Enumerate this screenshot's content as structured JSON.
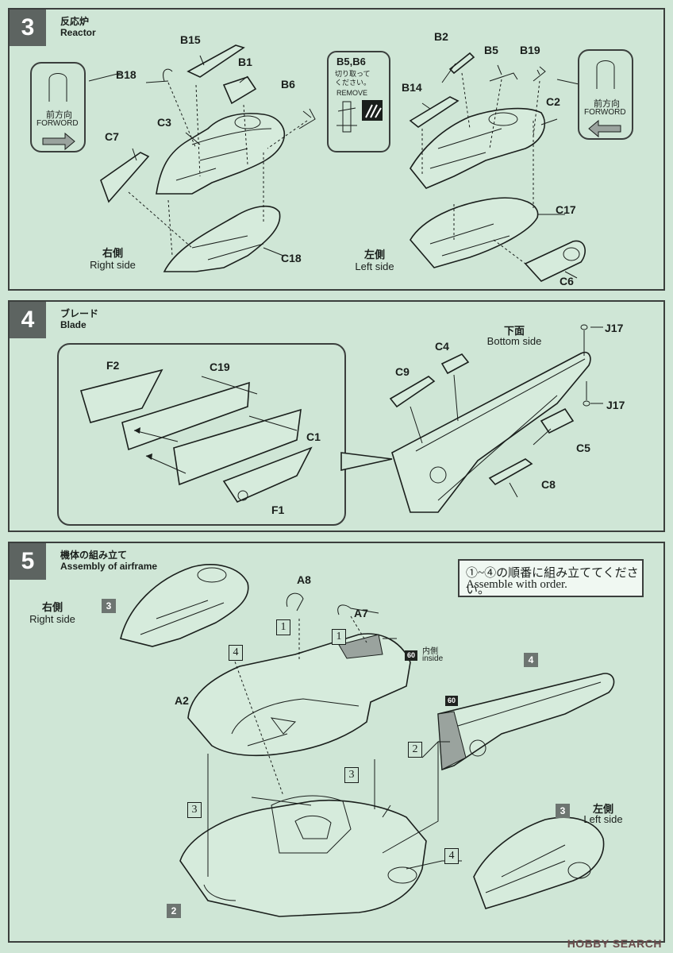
{
  "step3": {
    "number": "3",
    "title_jp": "反応炉",
    "title_en": "Reactor",
    "parts": [
      "B15",
      "B1",
      "B18",
      "B6",
      "C3",
      "C7",
      "C18",
      "B2",
      "B5",
      "B19",
      "B14",
      "C2",
      "C17",
      "C6"
    ],
    "remove_label": "B5,B6",
    "remove_jp": "切り取って\nください。",
    "remove_en": "REMOVE",
    "forward_jp": "前方向",
    "forward_en": "FORWORD",
    "right_jp": "右側",
    "right_en": "Right side",
    "left_jp": "左側",
    "left_en": "Left side"
  },
  "step4": {
    "number": "4",
    "title_jp": "ブレード",
    "title_en": "Blade",
    "parts": [
      "F2",
      "C19",
      "C1",
      "F1",
      "C9",
      "C4",
      "J17",
      "J17",
      "C5",
      "C8"
    ],
    "bottom_jp": "下面",
    "bottom_en": "Bottom side"
  },
  "step5": {
    "number": "5",
    "title_jp": "機体の組み立て",
    "title_en": "Assembly of airframe",
    "note_jp": "①~④の順番に組み立ててください。",
    "note_en": "Assemble with order.",
    "right_jp": "右側",
    "right_en": "Right side",
    "left_jp": "左側",
    "left_en": "Left side",
    "parts": [
      "A8",
      "A7",
      "A2"
    ],
    "inside_jp": "内側",
    "inside_en": "inside",
    "tag": "60",
    "order_nums": [
      "1",
      "1",
      "4",
      "2",
      "3",
      "3",
      "4"
    ],
    "ref_boxes": [
      "3",
      "4",
      "3",
      "2"
    ]
  },
  "watermark": "HOBBY SEARCH"
}
